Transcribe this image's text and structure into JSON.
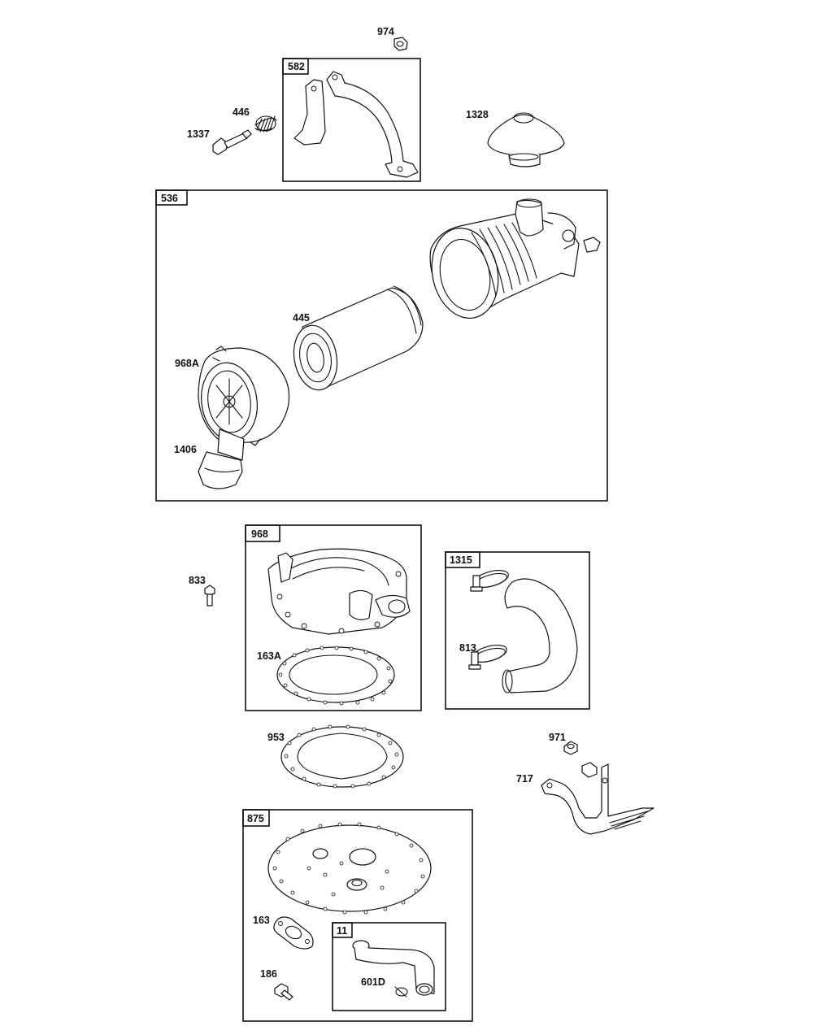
{
  "groups": [
    {
      "id": "582",
      "label": "582"
    },
    {
      "id": "536",
      "label": "536"
    },
    {
      "id": "968",
      "label": "968"
    },
    {
      "id": "1315",
      "label": "1315"
    },
    {
      "id": "875",
      "label": "875"
    },
    {
      "id": "11",
      "label": "11"
    }
  ],
  "parts": {
    "p974": "974",
    "p446": "446",
    "p1337": "1337",
    "p1328": "1328",
    "p445": "445",
    "p968A": "968A",
    "p1406": "1406",
    "p833": "833",
    "p163A": "163A",
    "p813": "813",
    "p953": "953",
    "p971": "971",
    "p717": "717",
    "p163": "163",
    "p186": "186",
    "p601D": "601D"
  }
}
